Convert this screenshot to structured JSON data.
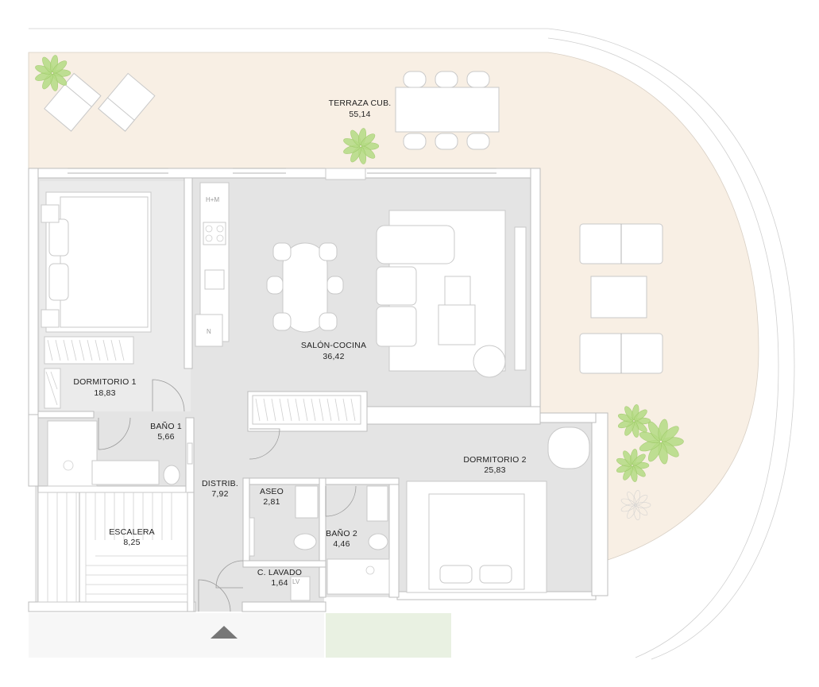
{
  "colors": {
    "terrace": "#f8efe4",
    "floor": "#e4e4e4",
    "wall": "#ffffff",
    "outline": "#bdbdbd",
    "plant": "#b5dc84",
    "lawn": "#e9f1e2",
    "arrow": "#777777"
  },
  "rooms": [
    {
      "id": "terraza",
      "name": "TERRAZA CUB.",
      "area": "55,14"
    },
    {
      "id": "salon",
      "name": "SALÓN-COCINA",
      "area": "36,42"
    },
    {
      "id": "dormitorio1",
      "name": "DORMITORIO 1",
      "area": "18,83"
    },
    {
      "id": "bano1",
      "name": "BAÑO 1",
      "area": "5,66"
    },
    {
      "id": "distrib",
      "name": "DISTRIB.",
      "area": "7,92"
    },
    {
      "id": "aseo",
      "name": "ASEO",
      "area": "2,81"
    },
    {
      "id": "escalera",
      "name": "ESCALERA",
      "area": "8,25"
    },
    {
      "id": "bano2",
      "name": "BAÑO 2",
      "area": "4,46"
    },
    {
      "id": "dormitorio2",
      "name": "DORMITORIO 2",
      "area": "25,83"
    },
    {
      "id": "lavado",
      "name": "C. LAVADO",
      "area": "1,64"
    }
  ],
  "fixtures": {
    "microwave": "H+M",
    "fridge": "N",
    "washer": "LV"
  },
  "icons": {
    "entrance": "triangle-up-icon",
    "plant": "plant-icon"
  }
}
